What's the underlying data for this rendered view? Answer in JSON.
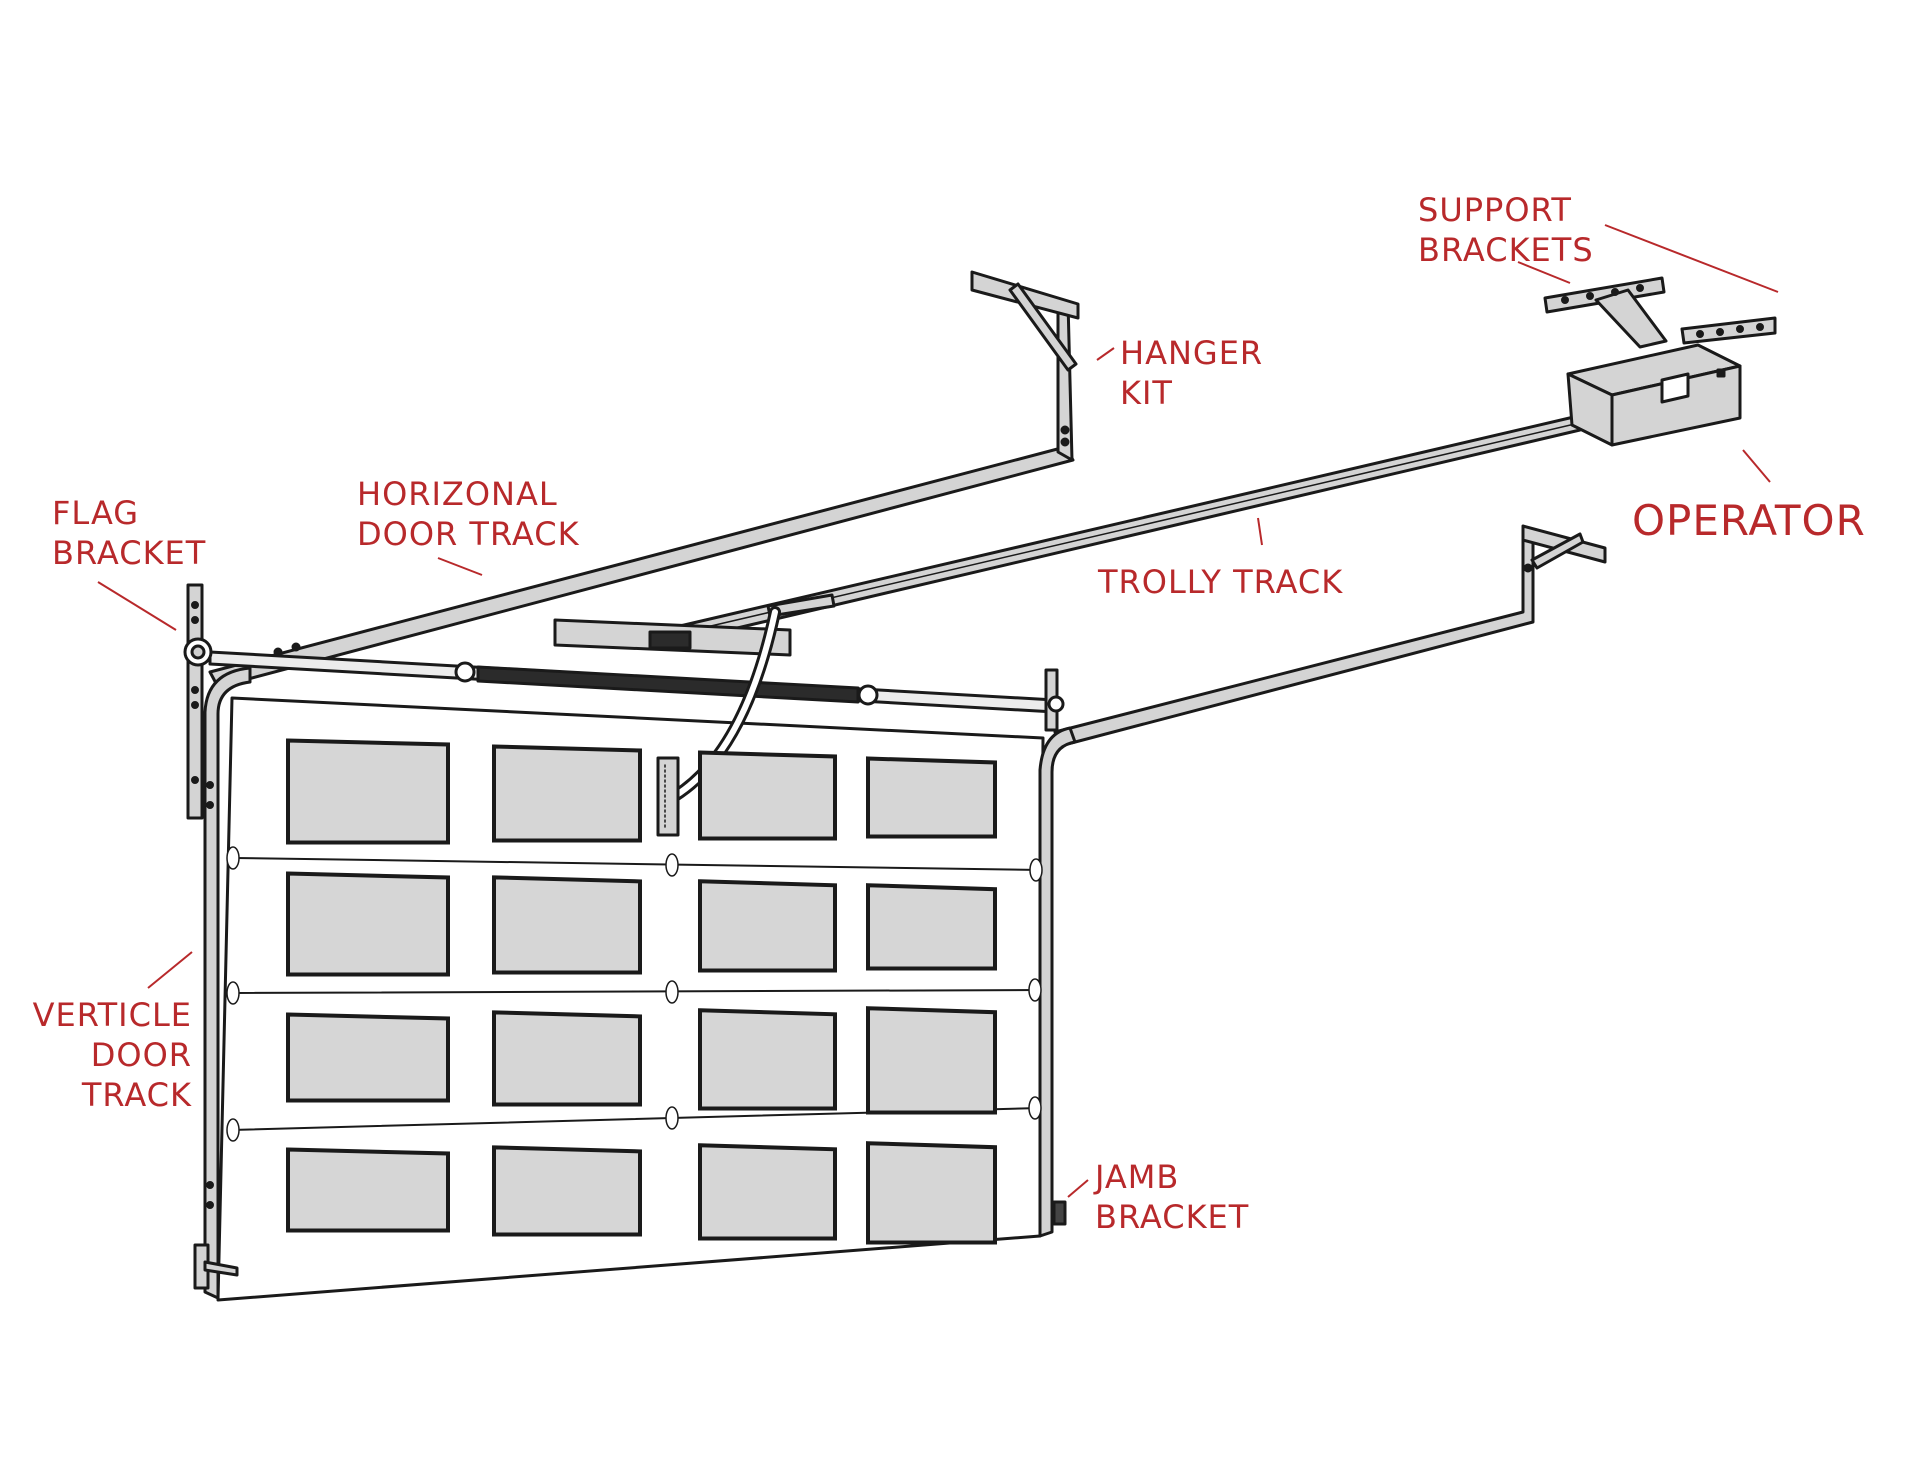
{
  "colors": {
    "label": "#b8292b",
    "leader": "#b8292b",
    "outline": "#1a1a1a",
    "track_fill": "#d4d4d4",
    "window_fill": "#d6d6d6",
    "door_fill": "#ffffff",
    "shaft_dark": "#2b2b2b",
    "shaft_light": "#ececec"
  },
  "labels": {
    "support_brackets": {
      "line1": "SUPPORT",
      "line2": "BRACKETS"
    },
    "hanger_kit": {
      "line1": "HANGER",
      "line2": "KIT"
    },
    "operator": "OPERATOR",
    "horizontal_track": {
      "line1": "HORIZONAL",
      "line2": "DOOR TRACK"
    },
    "flag_bracket": {
      "line1": "FLAG",
      "line2": "BRACKET"
    },
    "trolley_track": "TROLLY TRACK",
    "vertical_track": {
      "line1": "VERTICLE",
      "line2": "DOOR",
      "line3": "TRACK"
    },
    "jamb_bracket": {
      "line1": "JAMB",
      "line2": "BRACKET"
    }
  }
}
